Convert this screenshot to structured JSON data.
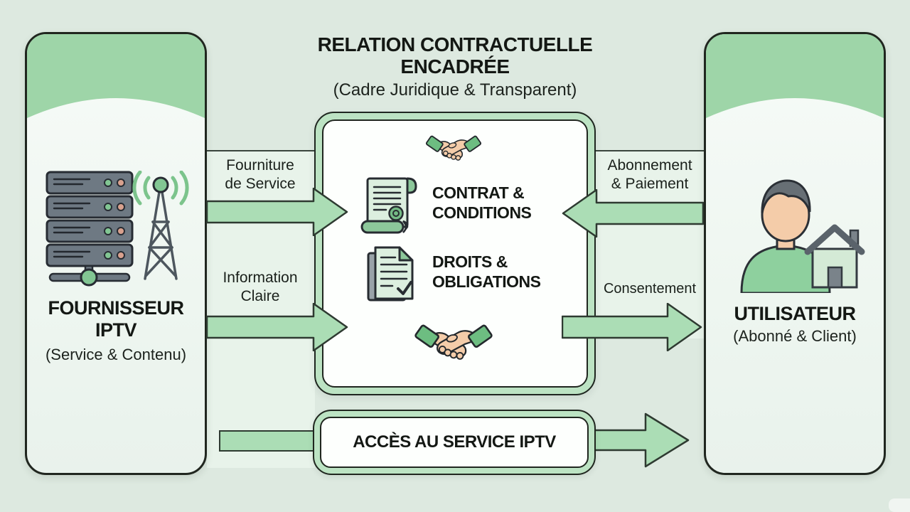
{
  "title": {
    "line1": "RELATION CONTRACTUELLE",
    "line2": "ENCADRÉE",
    "subtitle": "(Cadre Juridique & Transparent)"
  },
  "left_panel": {
    "name_line1": "FOURNISSEUR",
    "name_line2": "IPTV",
    "subtitle": "(Service & Contenu)",
    "icons": [
      "server-rack-icon",
      "broadcast-tower-icon"
    ]
  },
  "right_panel": {
    "name": "UTILISATEUR",
    "subtitle": "(Abonné & Client)",
    "icons": [
      "user-icon",
      "house-icon"
    ]
  },
  "center_box": {
    "item1_line1": "CONTRAT &",
    "item1_line2": "CONDITIONS",
    "item2_line1": "DROITS &",
    "item2_line2": "OBLIGATIONS",
    "icons": [
      "handshake-icon",
      "contract-scroll-icon",
      "rights-document-icon",
      "handshake-icon"
    ]
  },
  "flows": {
    "fourniture_line1": "Fourniture",
    "fourniture_line2": "de Service",
    "information_line1": "Information",
    "information_line2": "Claire",
    "abonnement_line1": "Abonnement",
    "abonnement_line2": "& Paiement",
    "consentement": "Consentement"
  },
  "banner": {
    "label": "ACCÈS AU SERVICE IPTV"
  },
  "colors": {
    "background": "#dde9e0",
    "channel": "#e8f3ea",
    "panel_header": "#9ed5a8",
    "panel_body": "#f4faf5",
    "arrow_fill": "#abddb5",
    "ring_fill": "#bce3c3",
    "outline_dark": "#29322b",
    "text": "#181d19"
  }
}
